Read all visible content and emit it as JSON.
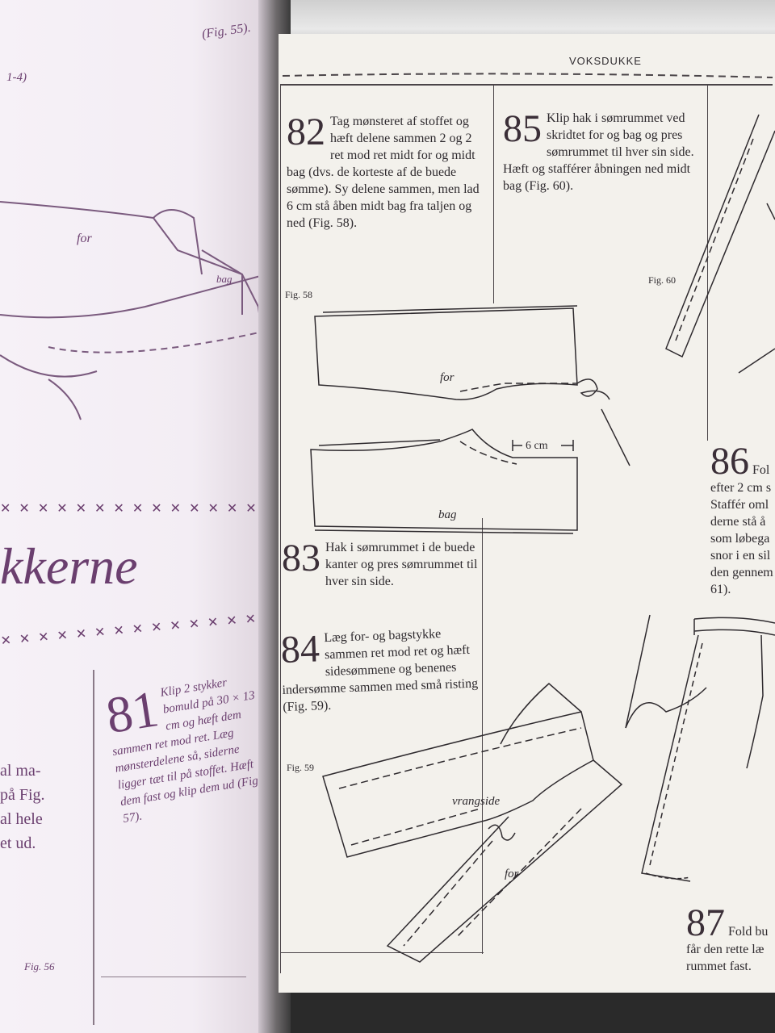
{
  "header": {
    "running_title": "VOKSDUKKE"
  },
  "left_page": {
    "top_fragments": [
      "(Fig. 55).",
      "1-4)"
    ],
    "heading": "kkerne",
    "figure_labels": [
      "for",
      "bag"
    ],
    "step_81": {
      "number": "81",
      "text": "Klip 2 stykker bomuld på 30 × 13 cm og hæft dem sammen ret mod ret. Læg mønsterdelene så, siderne ligger tæt til på stoffet. Hæft dem fast og klip dem ud (Fig. 57)."
    },
    "side_fragments": [
      "al ma-",
      "på Fig.",
      "al hele",
      "et ud."
    ],
    "bottom_caption": "Fig. 56"
  },
  "steps": {
    "s82": {
      "number": "82",
      "text": "Tag mønsteret af stoffet og hæft delene sammen 2 og 2 ret mod ret midt for og midt bag (dvs. de korteste af de buede sømme). Sy delene sammen, men lad 6 cm stå åben midt bag fra taljen og ned (Fig. 58)."
    },
    "s83": {
      "number": "83",
      "text": "Hak i sømrummet i de buede kanter og pres sømrummet til hver sin side."
    },
    "s84": {
      "number": "84",
      "text": "Læg for- og bagstykke sammen ret mod ret og hæft sidesømmene og benenes indersømme sammen med små risting (Fig. 59)."
    },
    "s85": {
      "number": "85",
      "text": "Klip hak i sømrummet ved skridtet for og bag og pres sømrummet til hver sin side. Hæft og stafférer åbningen ned midt bag (Fig. 60)."
    },
    "s86": {
      "number": "86",
      "lines": [
        "Fol",
        "efter 2 cm s",
        "Staffér oml",
        "derne stå å",
        "som løbega",
        "snor i en sil",
        "den gennem",
        "61)."
      ]
    },
    "s87": {
      "number": "87",
      "lines": [
        "Fold bu",
        "får den rette læ",
        "rummet fast."
      ]
    }
  },
  "figures": {
    "fig58": {
      "caption": "Fig. 58",
      "label_top": "for",
      "label_bottom": "bag",
      "measure": "6 cm"
    },
    "fig59": {
      "caption": "Fig. 59",
      "label_top": "vrangside",
      "label_bottom": "for"
    },
    "fig60": {
      "caption": "Fig. 60"
    }
  }
}
